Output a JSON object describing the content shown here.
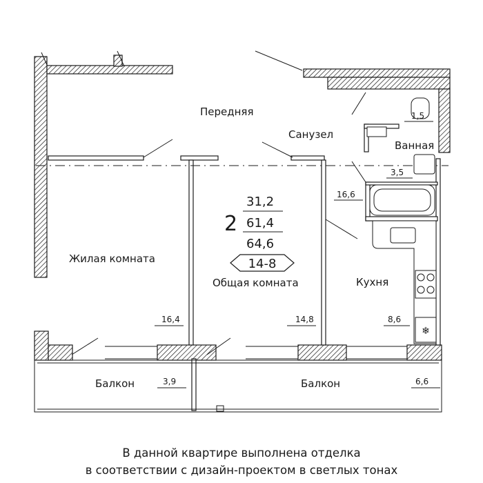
{
  "rooms": {
    "perednyaya": "Передняя",
    "sanuzel": "Санузел",
    "vannaya": "Ванная",
    "zhilaya": "Жилая комната",
    "obshchaya": "Общая комната",
    "kukhnya": "Кухня",
    "balkon_left": "Балкон",
    "balkon_right": "Балкон"
  },
  "areas": {
    "sanuzel": "1,5",
    "vannaya": "3,5",
    "perednyaya": "16,6",
    "zhilaya": "16,4",
    "obshchaya": "14,8",
    "kukhnya": "8,6",
    "balkon_left": "3,9",
    "balkon_right": "6,6"
  },
  "summary": {
    "rooms_count": "2",
    "living_area": "31,2",
    "total_area": "61,4",
    "total_with_balcony": "64,6",
    "plan_code": "14-8"
  },
  "footer": {
    "line1": "В данной квартире выполнена отделка",
    "line2": "в соответствии с дизайн-проектом в светлых тонах"
  }
}
